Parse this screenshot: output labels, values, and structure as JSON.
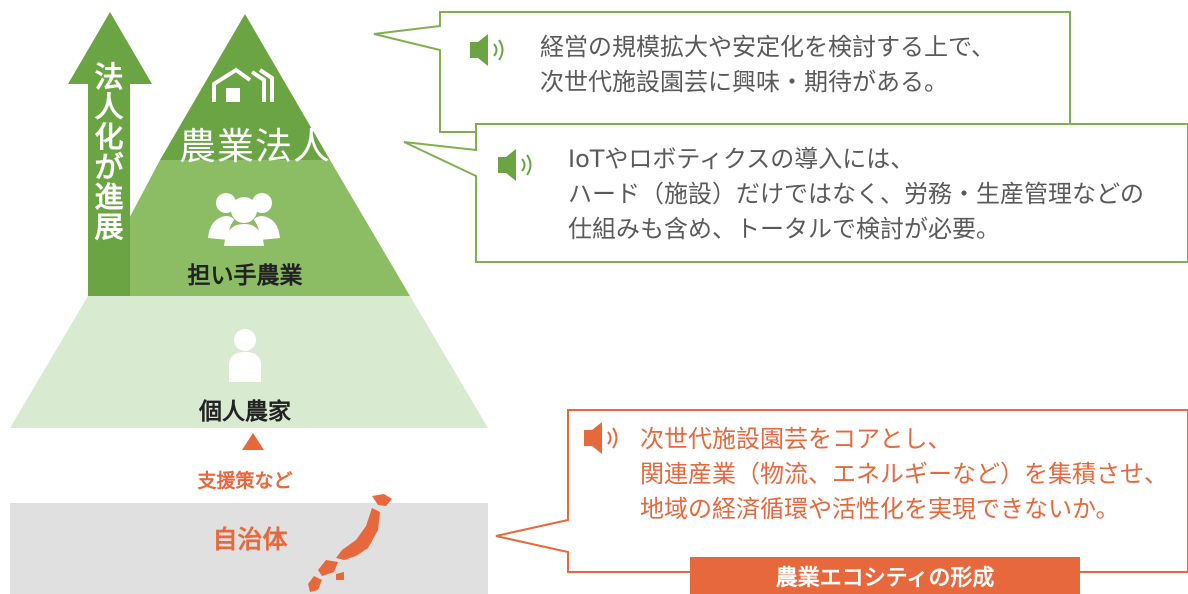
{
  "arrow": {
    "label": "法人化が進展"
  },
  "pyramid": {
    "top_label": "農業法人",
    "middle_label": "担い手農業",
    "bottom_label": "個人農家"
  },
  "support": {
    "label": "支援策など"
  },
  "government": {
    "label": "自治体"
  },
  "callouts": {
    "first": [
      "経営の規模拡大や安定化を検討する上で、",
      "次世代施設園芸に興味・期待がある。"
    ],
    "second": [
      "IoTやロボティクスの導入には、",
      "ハード（施設）だけではなく、労務・生産管理などの",
      "仕組みも含め、トータルで検討が必要。"
    ],
    "third": [
      "次世代施設園芸をコアとし、",
      "関連産業（物流、エネルギーなど）を集積させ、",
      "地域の経済循環や活性化を実現できないか。"
    ]
  },
  "banner": {
    "label": "農業エコシティの形成"
  },
  "colors": {
    "dark_green": "#6aa443",
    "mid_green": "#8cbd65",
    "light_green": "#d8ead0",
    "orange": "#e6683c",
    "gray": "#e0e0e0"
  },
  "icons": [
    "barn-icon",
    "group-icon",
    "person-icon",
    "speaker-icon",
    "japan-map-icon",
    "up-triangle-icon"
  ]
}
